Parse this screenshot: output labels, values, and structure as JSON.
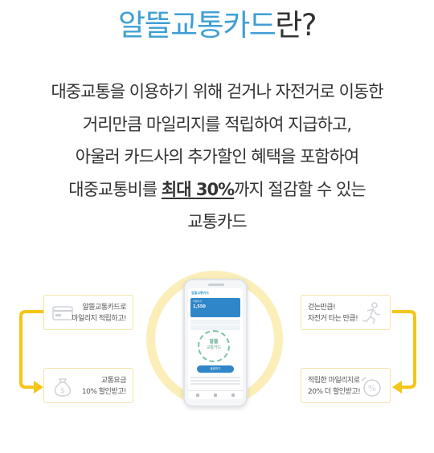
{
  "title": {
    "accent": "알뜰교통카드",
    "rest": "란?"
  },
  "description": {
    "line1": "대중교통을 이용하기 위해 걷거나 자전거로 이동한",
    "line2": "거리만큼 마일리지를 적립하여 지급하고,",
    "line3": "아울러 카드사의 추가할인 혜택을 포함하여",
    "line4_pre": "대중교통비를 ",
    "line4_em": "최대 30%",
    "line4_post": "까지 절감할 수 있는",
    "line5": "교통카드"
  },
  "boxes": {
    "top_left": {
      "line1": "알뜰교통카드로",
      "line2": "마일리지 적립하고!",
      "icon": "credit-card-icon"
    },
    "bottom_left": {
      "line1": "교통요금",
      "line2": "10% 할인받고!",
      "icon": "money-bag-icon"
    },
    "top_right": {
      "line1": "걷는만큼!",
      "line2": "자전거 타는 만큼!",
      "icon": "runner-icon"
    },
    "bottom_right": {
      "line1": "적립한 마일리지로",
      "line2": "20% 더 할인받고!",
      "icon": "percent-coin-icon"
    }
  },
  "phone": {
    "app_name": "알뜰교통카드",
    "balance_label": "마일리지",
    "balance_value": "1,550",
    "stamp_line1": "알뜰",
    "stamp_line2": "교통카드",
    "main_button": "출발하기"
  },
  "colors": {
    "accent": "#3f9fd4",
    "arrow": "#f5c518",
    "box_border": "#f3e3a6",
    "halo": "#fbeeb8"
  }
}
